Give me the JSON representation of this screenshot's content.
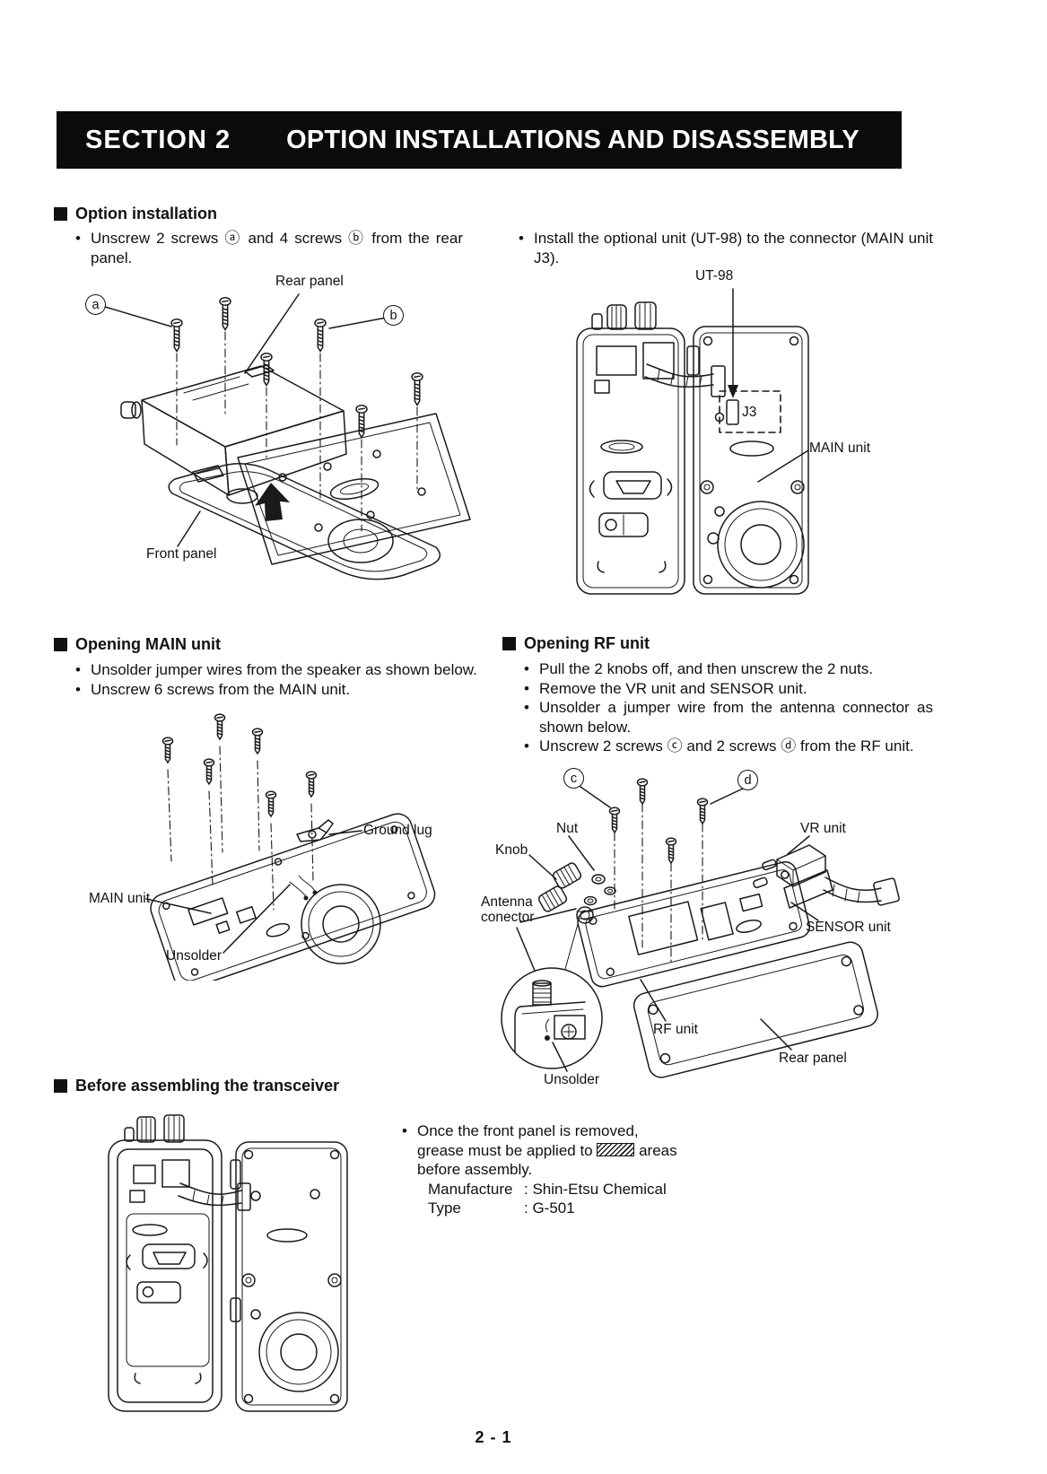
{
  "header": {
    "section_label": "SECTION 2",
    "title": "OPTION INSTALLATIONS AND DISASSEMBLY"
  },
  "option_installation": {
    "heading": "Option installation",
    "bullet": "Unscrew 2 screws ⓐ and 4 screws ⓑ from the rear panel.",
    "labels": {
      "a": "a",
      "rear_panel": "Rear panel",
      "b": "b",
      "front_panel": "Front panel"
    }
  },
  "option_install_right": {
    "bullet": "Install the optional unit (UT-98) to the connector (MAIN unit J3).",
    "labels": {
      "ut98": "UT-98",
      "j3": "J3",
      "main_unit": "MAIN unit"
    }
  },
  "opening_main": {
    "heading": "Opening MAIN unit",
    "bullets": [
      "Unsolder jumper wires from the speaker as shown below.",
      "Unscrew 6 screws from the MAIN unit."
    ],
    "labels": {
      "ground_lug": "Ground lug",
      "main_unit": "MAIN unit",
      "unsolder": "Unsolder"
    }
  },
  "opening_rf": {
    "heading": "Opening RF unit",
    "bullets": [
      "Pull the 2 knobs off, and then unscrew the 2 nuts.",
      "Remove the VR unit and SENSOR unit.",
      "Unsolder a jumper wire from the antenna connector as shown below.",
      "Unscrew 2 screws ⓒ and 2 screws ⓓ from the RF unit."
    ],
    "labels": {
      "c": "c",
      "d": "d",
      "nut": "Nut",
      "knob": "Knob",
      "vr_unit": "VR unit",
      "antenna_line1": "Antenna",
      "antenna_line2": "conector",
      "sensor_unit": "SENSOR unit",
      "rf_unit": "RF unit",
      "rear_panel": "Rear panel",
      "unsolder": "Unsolder"
    }
  },
  "before_assembling": {
    "heading": "Before assembling the transceiver",
    "line1": "Once the front panel is removed,",
    "line2_pre": "grease must be applied to",
    "line2_post": "areas",
    "line3": "before assembly.",
    "manufacture_label": "Manufacture",
    "manufacture_value": ": Shin-Etsu Chemical",
    "type_label": "Type",
    "type_value": ": G-501"
  },
  "footer": {
    "page_number": "2 - 1"
  }
}
